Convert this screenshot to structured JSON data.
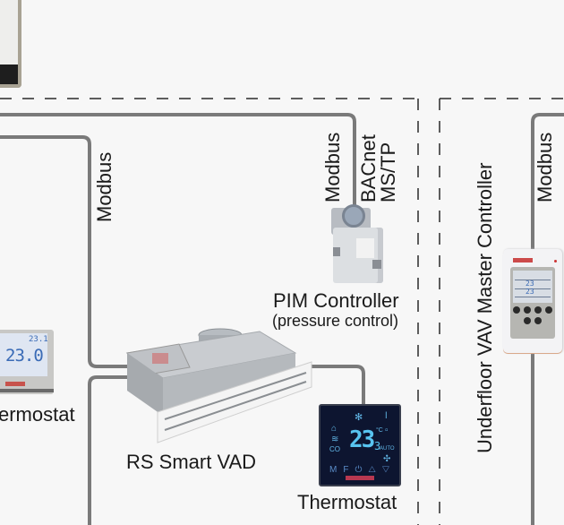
{
  "diagram": {
    "title": "Ventilation control network (partial view)",
    "colors": {
      "background": "#f7f7f7",
      "wire": "#7a7a7a",
      "zone_border": "#2a2a2a",
      "text": "#1a1a1a"
    },
    "protocol_labels": {
      "left_bus": "Modbus",
      "pim_bus": "Modbus",
      "pim_bacnet_line1": "BACnet",
      "pim_bacnet_line2": "MS/TP",
      "right_bus": "Modbus"
    },
    "devices": {
      "left_thermostat": {
        "label": "ermostat",
        "display_temp": "23.0",
        "display_small": "23.1",
        "icon": "thermostat-icon"
      },
      "pim_controller": {
        "label": "PIM Controller",
        "sublabel": "(pressure control)",
        "icon": "actuator-icon"
      },
      "smart_vad": {
        "label": "RS Smart VAD",
        "icon": "air-diffuser-icon"
      },
      "thermostat": {
        "label": "Thermostat",
        "display_temp": "23",
        "display_decimal": "3",
        "unit": "°C",
        "mode": "AUTO",
        "buttons": [
          "M",
          "F",
          "⏻",
          "△",
          "▽"
        ],
        "icon": "thermostat-icon"
      },
      "master_controller": {
        "label": "Underfloor VAV Master Controller",
        "display_values": [
          "23",
          "23"
        ],
        "icon": "controller-icon"
      }
    }
  }
}
